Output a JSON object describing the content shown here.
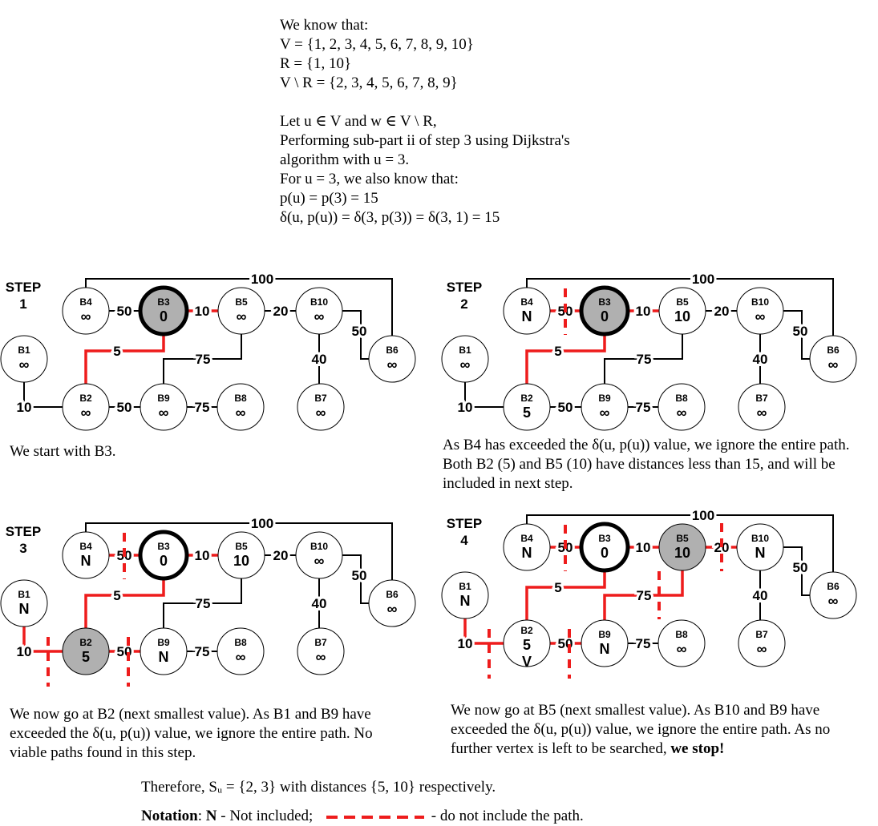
{
  "intro": {
    "lines": [
      "We know that:",
      "V = {1, 2, 3, 4, 5, 6, 7, 8, 9, 10}",
      "R = {1, 10}",
      "V \\ R = {2, 3, 4, 5, 6, 7, 8, 9}",
      "",
      "Let u ∈ V and w ∈ V \\ R,",
      "Performing sub-part ii of step 3 using Dijkstra's",
      "algorithm with u = 3.",
      "For u = 3, we also know that:",
      "p(u) = p(3) = 15",
      "δ(u, p(u)) = δ(3, p(3)) = δ(3, 1) = 15"
    ]
  },
  "steps": [
    {
      "label_word": "STEP",
      "label_num": "1",
      "nodes": {
        "B1": "∞",
        "B2": "∞",
        "B3": "0",
        "B4": "∞",
        "B5": "∞",
        "B6": "∞",
        "B7": "∞",
        "B8": "∞",
        "B9": "∞",
        "B10": "∞"
      },
      "caption": "We start with B3."
    },
    {
      "label_word": "STEP",
      "label_num": "2",
      "nodes": {
        "B1": "∞",
        "B2": "5",
        "B3": "0",
        "B4": "N",
        "B5": "10",
        "B6": "∞",
        "B7": "∞",
        "B8": "∞",
        "B9": "∞",
        "B10": "∞"
      },
      "caption": "As B4 has exceeded the δ(u, p(u)) value, we ignore the entire path. Both B2 (5) and B5 (10) have distances less than 15, and will be included in next step."
    },
    {
      "label_word": "STEP",
      "label_num": "3",
      "nodes": {
        "B1": "N",
        "B2": "5",
        "B3": "0",
        "B4": "N",
        "B5": "10",
        "B6": "∞",
        "B7": "∞",
        "B8": "∞",
        "B9": "N",
        "B10": "∞"
      },
      "caption": "We now go at B2 (next smallest value). As B1 and B9 have exceeded the δ(u, p(u)) value, we ignore the entire path. No viable paths found in this step."
    },
    {
      "label_word": "STEP",
      "label_num": "4",
      "nodes": {
        "B1": "N",
        "B2": "5",
        "B3": "0",
        "B4": "N",
        "B5": "10",
        "B6": "∞",
        "B7": "∞",
        "B8": "∞",
        "B9": "N",
        "B10": "N"
      },
      "b2_extra": "V",
      "caption_pre": "We now go at B5 (next smallest value). As B10 and B9 have exceeded the δ(u, p(u)) value, we ignore the entire path. As no further vertex is left to be searched,",
      "caption_bold": "we stop!"
    }
  ],
  "edges": {
    "b3b4": "50",
    "b3b5": "10",
    "b3b2": "5",
    "b5b9": "75",
    "b5b10": "20",
    "b2b1": "10",
    "b2b9": "50",
    "b9b8": "75",
    "b10b7": "40",
    "b10b6": "50",
    "b4b6": "100"
  },
  "footer": {
    "therefore": "Therefore, Sᵤ = {2, 3} with distances {5, 10} respectively.",
    "notation_label": "Notation",
    "notation_n": "N",
    "notation_n_desc": " - Not included;",
    "notation_dash_desc": " - do not include the path."
  },
  "colors": {
    "highlight": "#ee1c1c",
    "visited": "#b0b0b0",
    "stroke": "#000000"
  }
}
